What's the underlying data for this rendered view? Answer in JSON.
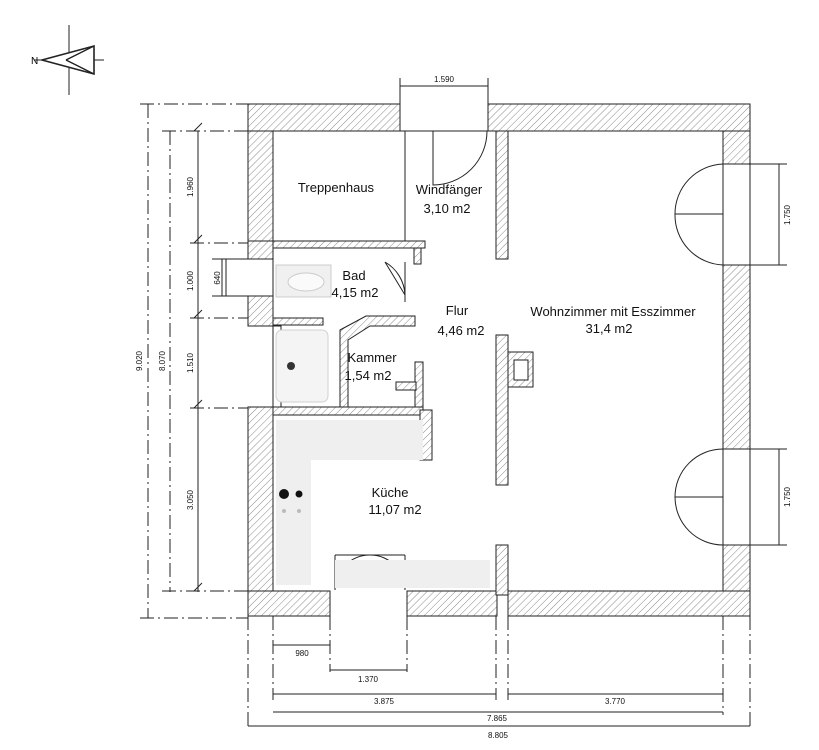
{
  "compass": {
    "icon": "north-arrow-icon",
    "label": "N"
  },
  "rooms": {
    "treppenhaus": {
      "name": "Treppenhaus"
    },
    "windfang": {
      "name": "Windfänger",
      "area": "3,10 m2"
    },
    "bad": {
      "name": "Bad",
      "area": "4,15 m2"
    },
    "flur": {
      "name": "Flur",
      "area": "4,46 m2"
    },
    "kammer": {
      "name": "Kammer",
      "area": "1,54 m2"
    },
    "wohnzimmer": {
      "name": "Wohnzimmer mit Esszimmer",
      "area": "31,4 m2"
    },
    "kueche": {
      "name": "Küche",
      "area": "11,07 m2"
    }
  },
  "dimensions": {
    "top_door": "1.590",
    "left_overall": "9.020",
    "left_inner": "8.070",
    "left_treppenhaus": "1.960",
    "left_bad": "1.000",
    "left_bad_window": "640",
    "left_kammer": "1.510",
    "left_kueche": "3.050",
    "right_window_upper": "1.750",
    "right_window_lower": "1.750",
    "bottom_980": "980",
    "bottom_window": "1.370",
    "bottom_left": "3.875",
    "bottom_right": "3.770",
    "bottom_inner": "7.865",
    "bottom_overall": "8.805"
  },
  "colors": {
    "wall_hatch": "#8a8a8a",
    "line": "#111111",
    "fixture": "#e8e8e8"
  }
}
